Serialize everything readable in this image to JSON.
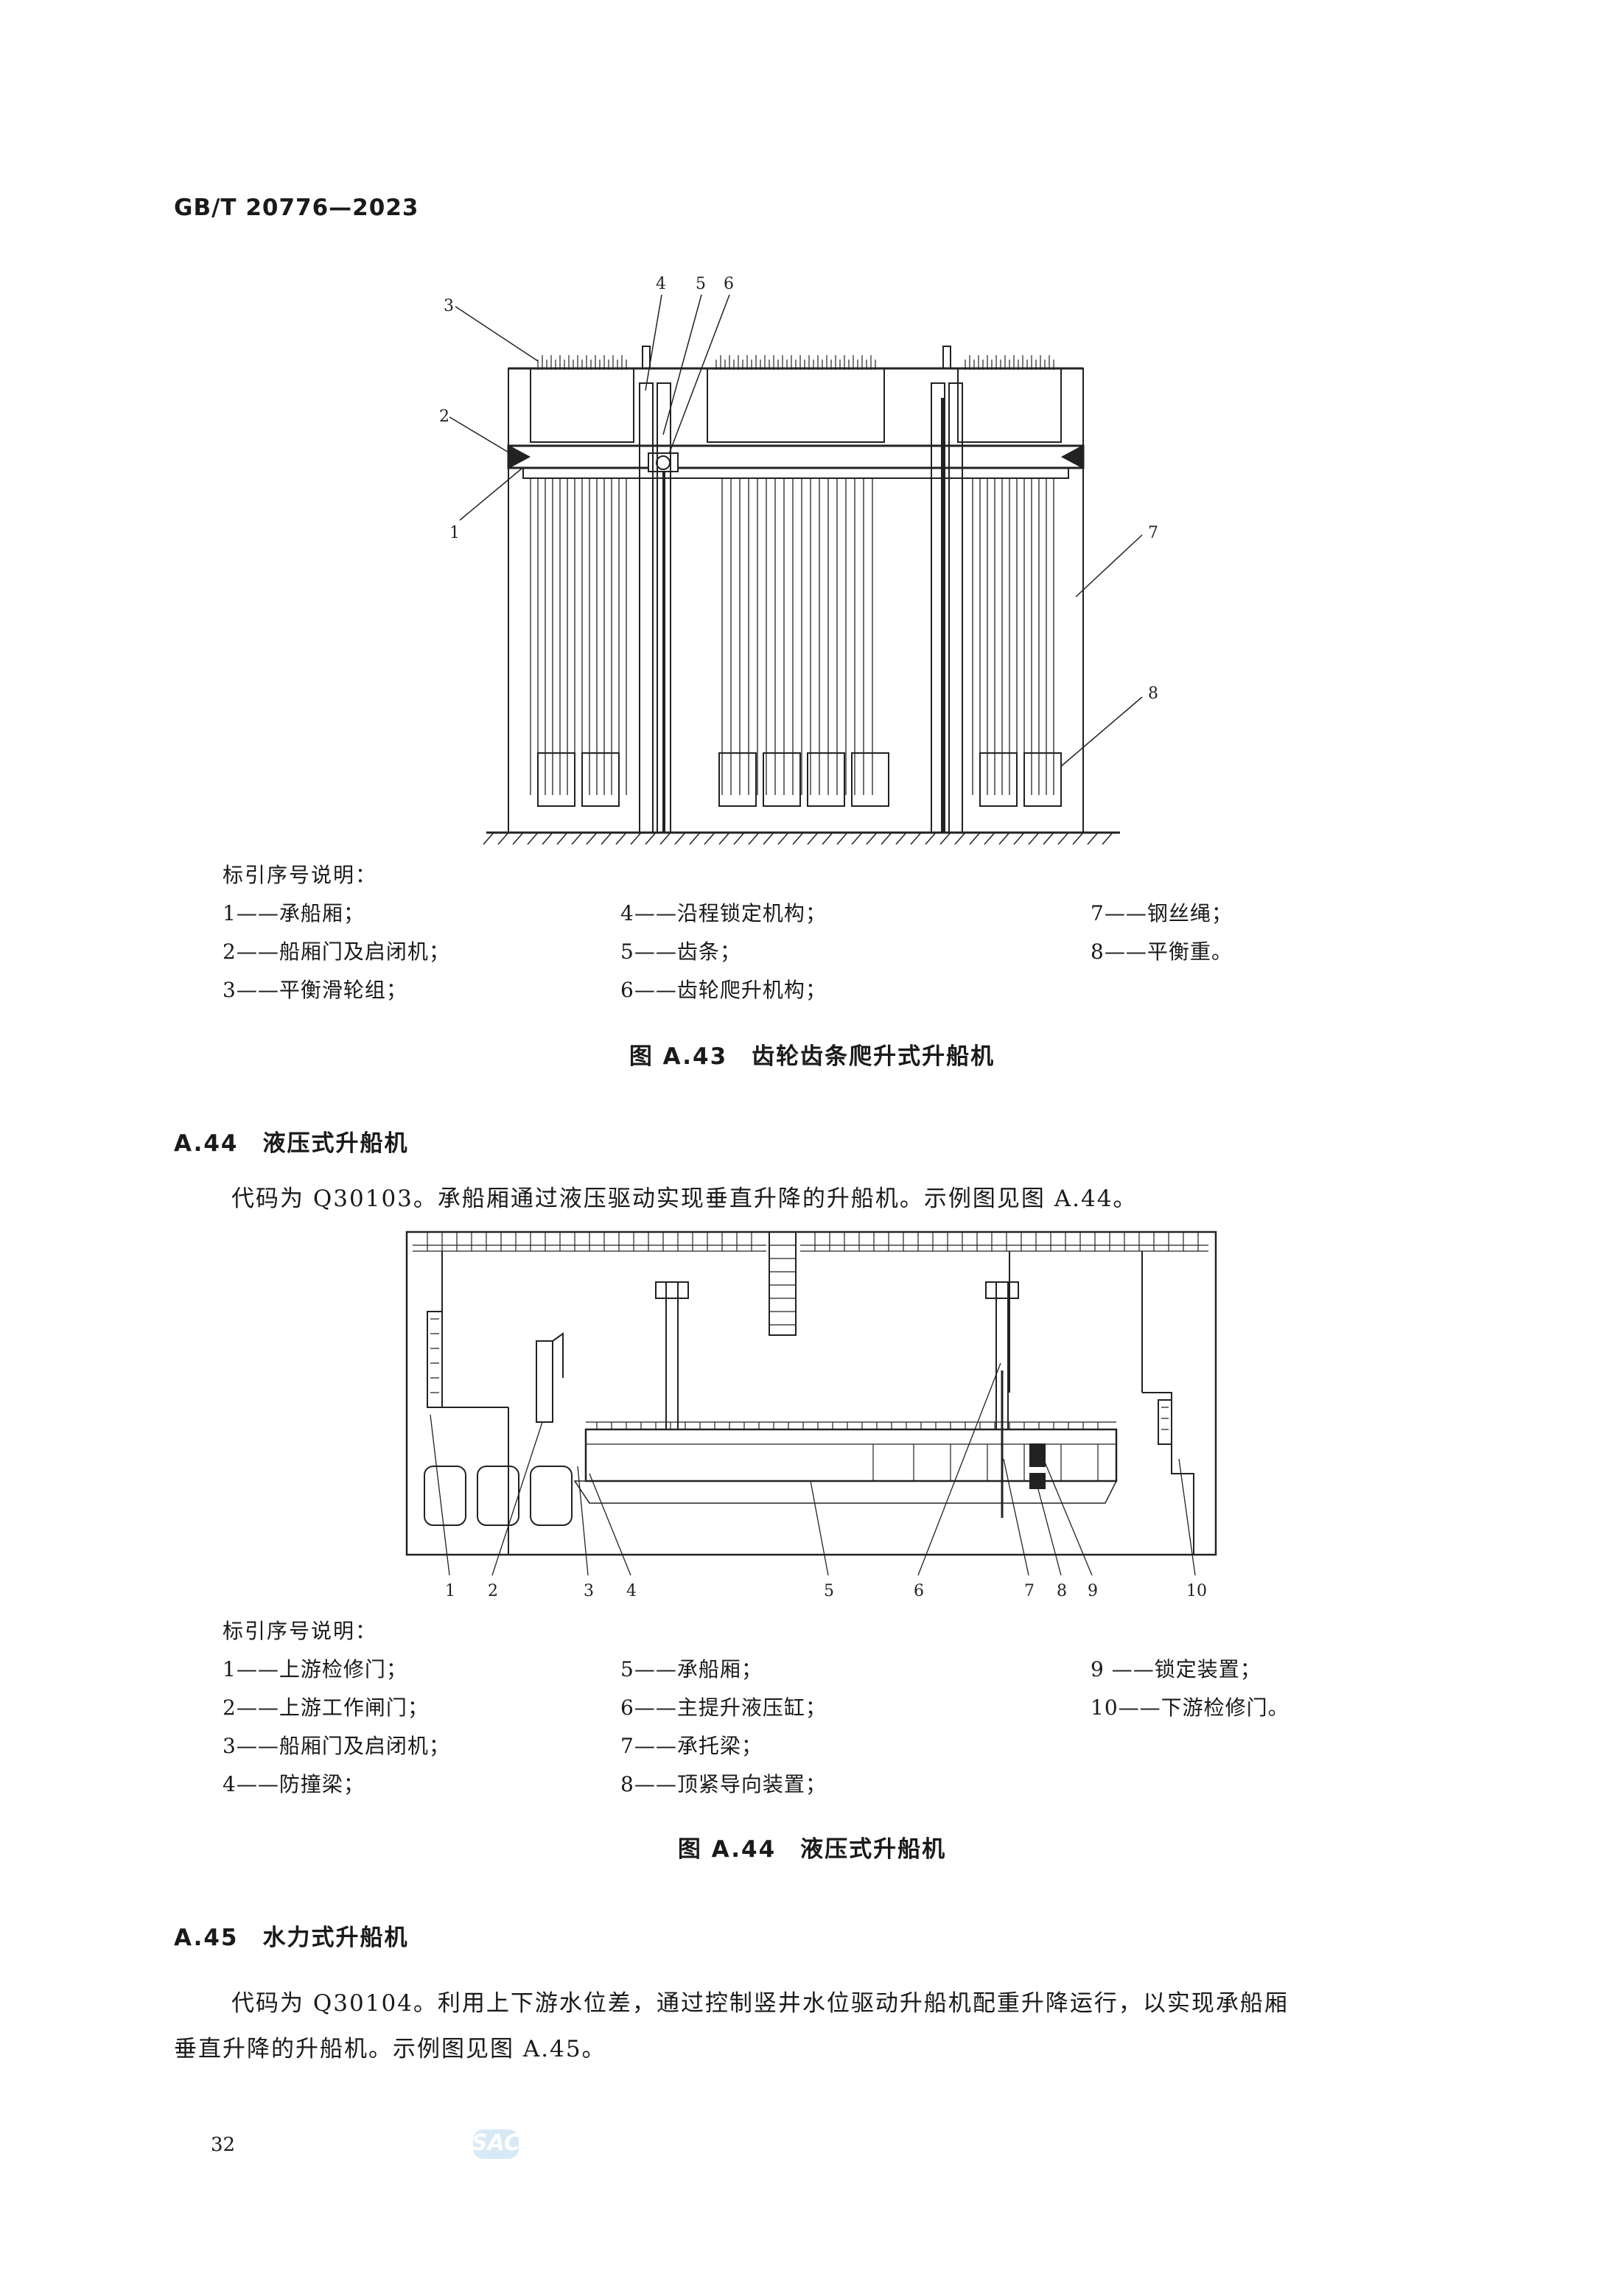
{
  "header": {
    "standard_id": "GB/T 20776—2023"
  },
  "figure_a43": {
    "callouts": [
      "1",
      "2",
      "3",
      "4",
      "5",
      "6",
      "7",
      "8"
    ],
    "legend_title": "标引序号说明：",
    "legend": [
      "1——承船厢；",
      "4——沿程锁定机构；",
      "7——钢丝绳；",
      "2——船厢门及启闭机；",
      "5——齿条；",
      "8——平衡重。",
      "3——平衡滑轮组；",
      "6——齿轮爬升机构；"
    ],
    "caption": "图 A.43　齿轮齿条爬升式升船机"
  },
  "section_a44": {
    "heading": "A.44　液压式升船机",
    "paragraph": "代码为 Q30103。承船厢通过液压驱动实现垂直升降的升船机。示例图见图 A.44。"
  },
  "figure_a44": {
    "callouts": [
      "1",
      "2",
      "3",
      "4",
      "5",
      "6",
      "7",
      "8",
      "9",
      "10"
    ],
    "legend_title": "标引序号说明：",
    "legend": [
      "1——上游检修门；",
      "5——承船厢；",
      "9 ——锁定装置；",
      "2——上游工作闸门；",
      "6——主提升液压缸；",
      "10——下游检修门。",
      "3——船厢门及启闭机；",
      "7——承托梁；",
      "4——防撞梁；",
      "8——顶紧导向装置；"
    ],
    "caption": "图 A.44　液压式升船机"
  },
  "section_a45": {
    "heading": "A.45　水力式升船机",
    "paragraph_line1": "代码为 Q30104。利用上下游水位差，通过控制竖井水位驱动升船机配重升降运行，以实现承船厢",
    "paragraph_line2": "垂直升降的升船机。示例图见图 A.45。"
  },
  "footer": {
    "page_number": "32",
    "watermark_logo": "SAC"
  }
}
